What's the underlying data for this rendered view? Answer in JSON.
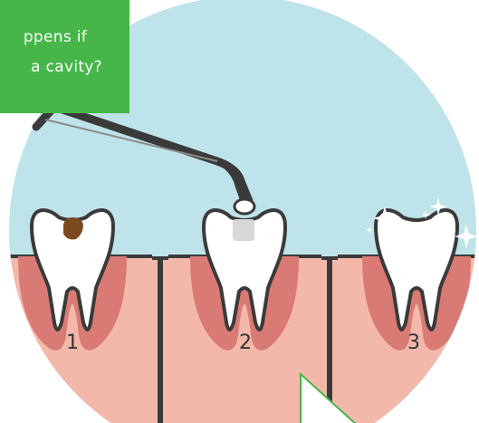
{
  "banner": {
    "line1": "ppens if",
    "line2": "a cavity?",
    "color": "#46b649"
  },
  "steps": [
    {
      "label": "1",
      "state": "decayed-tooth"
    },
    {
      "label": "2",
      "state": "tooth-with-filling"
    },
    {
      "label": "3",
      "state": "restored-sparkling-tooth"
    }
  ],
  "colors": {
    "sky": "#bfe3ea",
    "gum": "#f4b8ab",
    "gum_dark": "#d97b74",
    "outline": "#3a3a3a",
    "decay": "#7a4a1e",
    "filling": "#d8d8d8"
  },
  "icons": [
    "dental-explorer-tool-icon",
    "sparkle-icon",
    "pointer-arrow-icon"
  ]
}
